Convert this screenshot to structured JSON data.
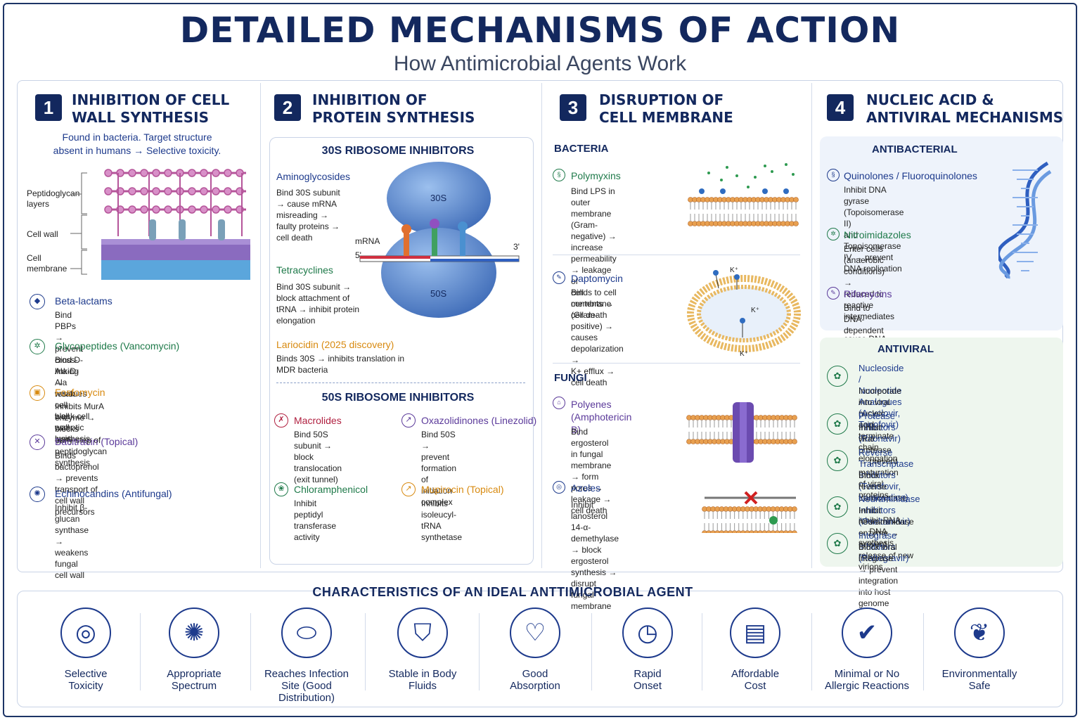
{
  "title": "DETAILED MECHANISMS OF ACTION",
  "subtitle": "How Antimicrobial Agents Work",
  "s1": {
    "num": "1",
    "title": "INHIBITION OF CELL\nWALL SYNTHESIS",
    "intro": "Found in bacteria. Target structure\nabsent in humans → Selective toxicity.",
    "labels": {
      "pg": "Peptidoglycan\nlayers",
      "cw": "Cell wall",
      "cm": "Cell\nmembrane"
    },
    "items": [
      {
        "name": "Beta-lactams",
        "desc": "Bind PBPs → prevent cross-linking\n→ weak cell wall → osmotic lysis",
        "color": "#1d3a8c"
      },
      {
        "name": "Glycopeptides (Vancomycin)",
        "desc": "Bind D-Ala-D-Ala residues →\nblock cell wall synthesis",
        "color": "#1f7a4a"
      },
      {
        "name": "Fosfomycin",
        "desc": "Inhibits MurA enzyme → blocks\nearly step of peptidoglycan synthesis",
        "color": "#d88a10"
      },
      {
        "name": "Bacitracin (Topical)",
        "desc": "Binds bactoprenol → prevents\ntransport of cell wall precursors",
        "color": "#5b3a9a"
      },
      {
        "name": "Echinocandins (Antifungal)",
        "desc": "Inhibit β-glucan synthase → weakens\nfungal cell wall",
        "color": "#1d3a8c"
      }
    ]
  },
  "s2": {
    "num": "2",
    "title": "INHIBITION OF\nPROTEIN SYNTHESIS",
    "h30": "30S RIBOSOME INHIBITORS",
    "h50": "50S RIBOSOME INHIBITORS",
    "ribo": {
      "top": "30S",
      "bottom": "50S",
      "mrna": "mRNA",
      "five": "5'",
      "three": "3'"
    },
    "d30": [
      {
        "name": "Aminoglycosides",
        "desc": "Bind 30S subunit\n→ cause mRNA\nmisreading →\nfaulty proteins →\ncell death",
        "color": "#1d3a8c"
      },
      {
        "name": "Tetracyclines",
        "desc": "Bind 30S subunit →\nblock attachment of\ntRNA → inhibit protein\nelongation",
        "color": "#1f7a4a"
      },
      {
        "name": "Lariocidin (2025 discovery)",
        "desc": "Binds 30S → inhibits translation in\nMDR bacteria",
        "color": "#d88a10"
      }
    ],
    "d50": [
      {
        "name": "Macrolides",
        "desc": "Bind 50S subunit →\nblock translocation\n(exit tunnel)",
        "color": "#b02040"
      },
      {
        "name": "Oxazolidinones (Linezolid)",
        "desc": "Bind 50S → prevent\nformation of initiation\ncomplex",
        "color": "#5b3a9a"
      },
      {
        "name": "Chloramphenicol",
        "desc": "Inhibit peptidyl\ntransferase activity",
        "color": "#1f7a4a"
      },
      {
        "name": "Mupirocin (Topical)",
        "desc": "Inhibits isoleucyl-tRNA\nsynthetase",
        "color": "#d88a10"
      }
    ]
  },
  "s3": {
    "num": "3",
    "title": "DISRUPTION OF\nCELL MEMBRANE",
    "bacteria": "BACTERIA",
    "fungi": "FUNGI",
    "kplus": "K⁺",
    "items": [
      {
        "name": "Polymyxins",
        "desc": "Bind LPS in outer membrane\n(Gram-negative) → increase\npermeability → leakage of\ncell contents → cell death",
        "color": "#1f7a4a"
      },
      {
        "name": "Daptomycin",
        "desc": "Binds to cell membrane\n(Gram-positive) →\ncauses depolarization →\nK+ efflux → cell death",
        "color": "#1d3a8c"
      },
      {
        "name": "Polyenes\n(Amphotericin B)",
        "desc": "Bind ergosterol in fungal\nmembrane → form pores →\nleakage → cell death",
        "color": "#5b3a9a"
      },
      {
        "name": "Azoles",
        "desc": "Inhibit lanosterol 14-α-demethylase\n→ block ergosterol synthesis →\ndisrupt fungal membrane",
        "color": "#1d3a8c"
      }
    ]
  },
  "s4": {
    "num": "4",
    "title": "NUCLEIC ACID &\nANTIVIRAL MECHANISMS",
    "antibacterial": "ANTIBACTERIAL",
    "antiviral": "ANTIVIRAL",
    "ab": [
      {
        "name": "Quinolones / Fluoroquinolones",
        "desc": "Inhibit DNA gyrase (Topoisomerase II)\nand Topoisomerase IV → prevent\nDNA replication",
        "color": "#1d3a8c"
      },
      {
        "name": "Nitroimidazoles",
        "desc": "Enter cells (anaerobic conditions) →\nreduced to reactive intermediates →\ncause DNA strand breakage",
        "color": "#1f7a4a"
      },
      {
        "name": "Rifamycins",
        "desc": "Bind to DNA-dependent RNA polymerase\n→ inhibit RNA synthesis",
        "color": "#5b3a9a"
      }
    ],
    "av": [
      {
        "name": "Nucleoside / Nucleotide Analogues\n(Acyclovir, Tenofovir)",
        "desc": "Incorporate into viral nucleic acid →\nterminate chain elongation"
      },
      {
        "name": "Protease Inhibitors (Ritonavir)",
        "desc": "Inhibit viral protease → prevent\nmaturation of viral proteins"
      },
      {
        "name": "Reverse Transcriptase Inhibitors\n(Tenofovir, Lamivudine)",
        "desc": "Block reverse transcriptase →\ninhibit RNA → DNA synthesis"
      },
      {
        "name": "Neuraminidase Inhibitors (Oseltamivir)",
        "desc": "Inhibit neuraminidase enzyme →\nprevent release of new virions"
      },
      {
        "name": "Integrase Inhibitors (Raltegravir)",
        "desc": "Block viral integrase → prevent\nintegration into host genome"
      }
    ]
  },
  "bottom": {
    "title": "CHARACTERISTICS OF AN IDEAL ANTTIMICROBIAL AGENT",
    "items": [
      {
        "label": "Selective\nToxicity",
        "icon": "target-icon"
      },
      {
        "label": "Appropriate\nSpectrum",
        "icon": "microbes-icon"
      },
      {
        "label": "Reaches Infection\nSite (Good\nDistribution)",
        "icon": "capsule-icon"
      },
      {
        "label": "Stable in Body\nFluids",
        "icon": "shield-icon"
      },
      {
        "label": "Good\nAbsorption",
        "icon": "stomach-icon"
      },
      {
        "label": "Rapid\nOnset",
        "icon": "stopwatch-icon"
      },
      {
        "label": "Affordable\nCost",
        "icon": "wallet-icon"
      },
      {
        "label": "Minimal or No\nAllergic Reactions",
        "icon": "shield-check-icon"
      },
      {
        "label": "Environmentally\nSafe",
        "icon": "leaf-icon"
      }
    ]
  },
  "colors": {
    "navy": "#13285e",
    "green": "#1f7a4a",
    "orange": "#d88a10",
    "purple": "#5b3a9a"
  }
}
